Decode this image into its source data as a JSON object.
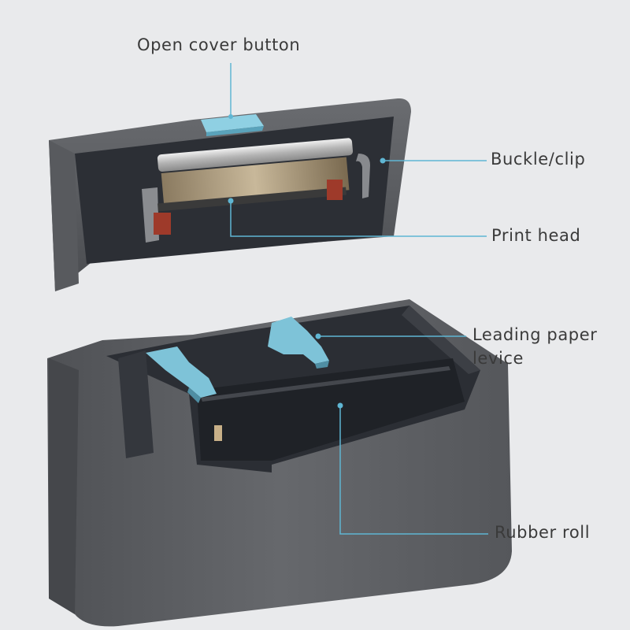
{
  "callouts": {
    "open_cover_button": "Open cover button",
    "buckle_clip": "Buckle/clip",
    "print_head": "Print head",
    "leading_paper_line1": "Leading paper",
    "leading_paper_line2": "levice",
    "rubber_roll": "Rubber roll"
  },
  "colors": {
    "background": "#e9eaec",
    "printer_body": "#5c5e62",
    "printer_interior": "#2a2d33",
    "accent_blue": "#7ec3d8",
    "leader_line": "#5fb6d3"
  }
}
